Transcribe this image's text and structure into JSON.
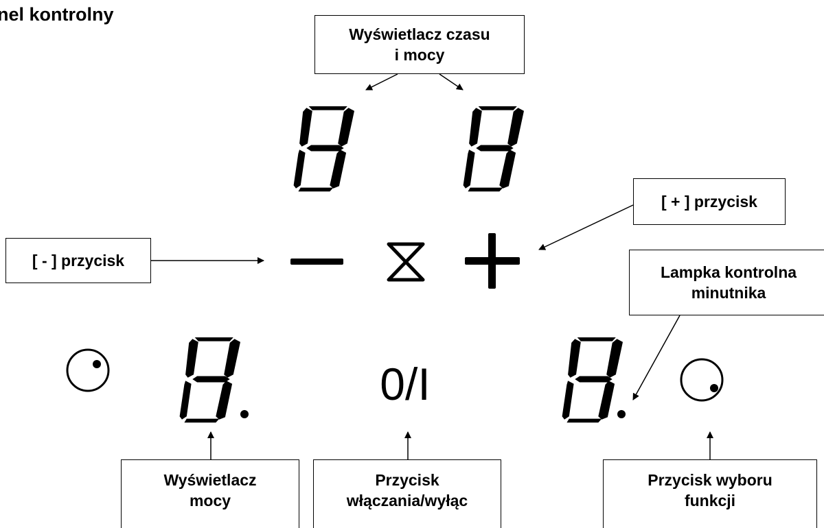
{
  "title": "nel kontrolny",
  "labels": {
    "time_power_display": [
      "Wyświetlacz czasu",
      "i mocy"
    ],
    "plus_button": "[ + ] przycisk",
    "minus_button": "[ - ] przycisk",
    "timer_indicator_lamp": [
      "Lampka kontrolna",
      "minutnika"
    ],
    "power_display": [
      "Wyświetlacz",
      "mocy"
    ],
    "on_off_button": [
      "Przycisk",
      "włączania/wyłąc"
    ],
    "function_select_button": [
      "Przycisk wyboru",
      "funkcji"
    ]
  },
  "on_off_symbol": "0/I",
  "colors": {
    "ink": "#000000",
    "background": "#ffffff"
  }
}
